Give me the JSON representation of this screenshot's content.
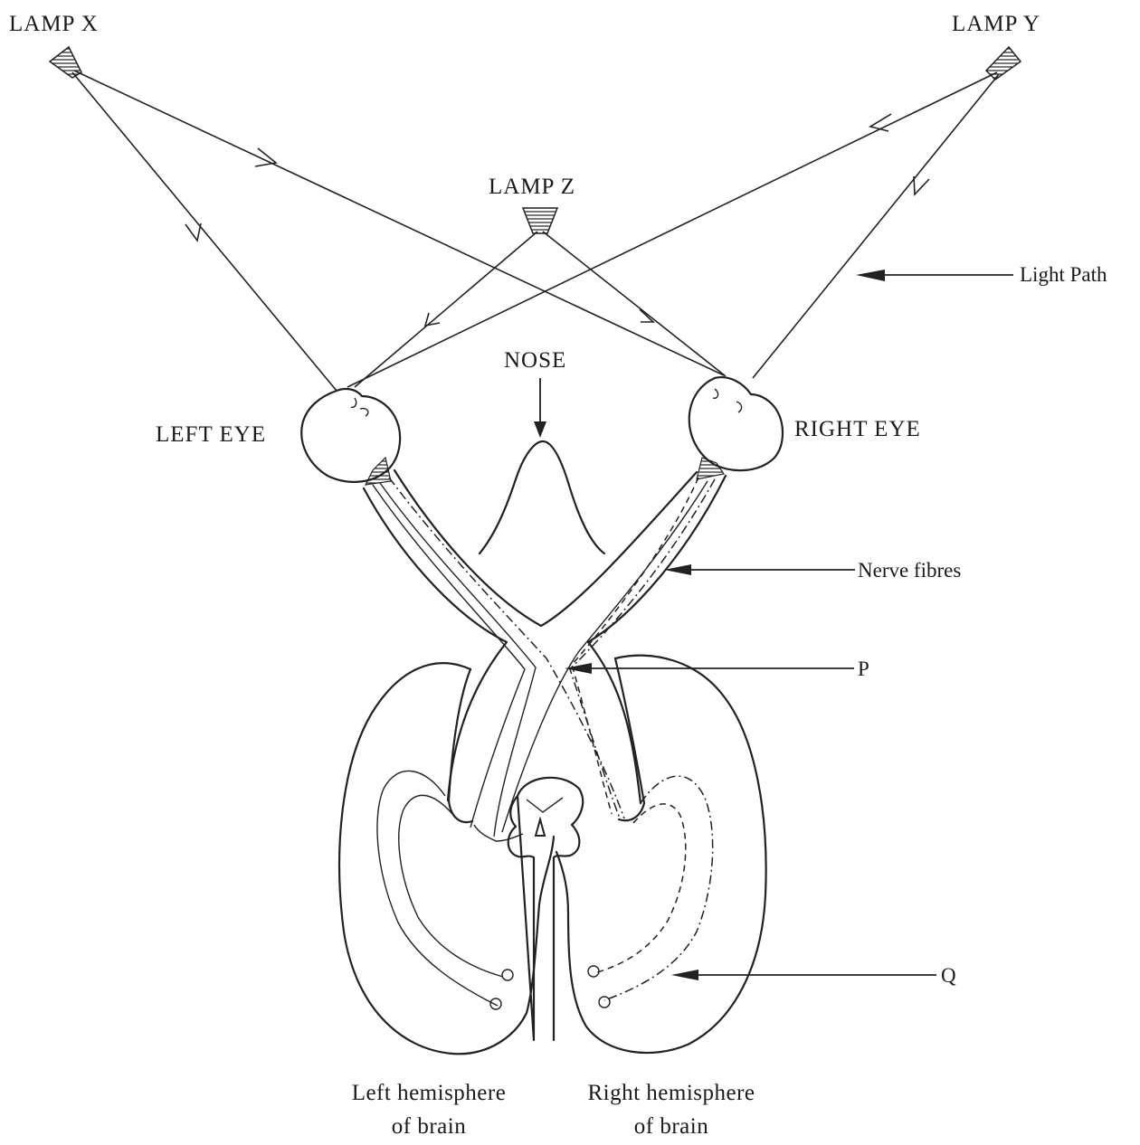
{
  "lamps": {
    "x": {
      "label": "LAMP X"
    },
    "y": {
      "label": "LAMP Y"
    },
    "z": {
      "label": "LAMP Z"
    }
  },
  "labels": {
    "light_path": "Light Path",
    "nose": "NOSE",
    "left_eye": "LEFT EYE",
    "right_eye": "RIGHT EYE",
    "nerve_fibres": "Nerve fibres",
    "p": "P",
    "q": "Q"
  },
  "hemispheres": {
    "left": {
      "line1": "Left hemisphere",
      "line2": "of brain"
    },
    "right": {
      "line1": "Right hemisphere",
      "line2": "of brain"
    }
  },
  "colors": {
    "ink": "#222222",
    "paper": "#ffffff"
  }
}
